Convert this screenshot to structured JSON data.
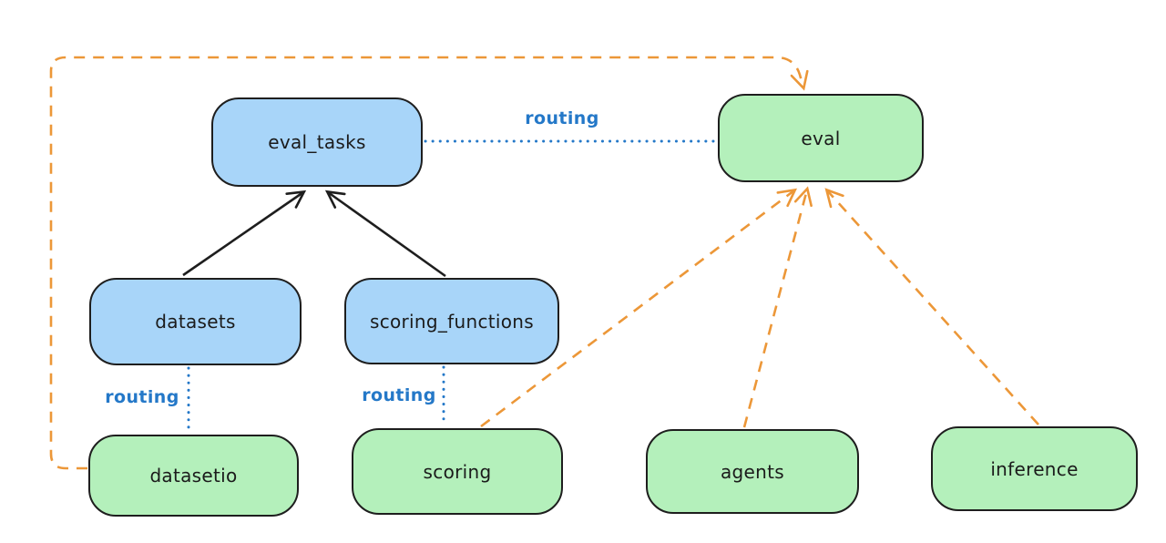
{
  "diagram": {
    "background": "#ffffff",
    "colors": {
      "node_stroke": "#1e1e1e",
      "node_text": "#1b1b1b",
      "blue_node_fill": "#a8d5f9",
      "green_node_fill": "#b4f0bb",
      "routing_blue": "#2478c8",
      "orange_dashed": "#ec9738",
      "black_arrow": "#1e1e1e"
    },
    "nodes": [
      {
        "id": "eval_tasks",
        "label": "eval_tasks",
        "fill": "blue"
      },
      {
        "id": "eval",
        "label": "eval",
        "fill": "green"
      },
      {
        "id": "datasets",
        "label": "datasets",
        "fill": "blue"
      },
      {
        "id": "scoring_functions",
        "label": "scoring_functions",
        "fill": "blue"
      },
      {
        "id": "datasetio",
        "label": "datasetio",
        "fill": "green"
      },
      {
        "id": "scoring",
        "label": "scoring",
        "fill": "green"
      },
      {
        "id": "agents",
        "label": "agents",
        "fill": "green"
      },
      {
        "id": "inference",
        "label": "inference",
        "fill": "green"
      }
    ],
    "edge_labels": [
      {
        "id": "routing-eval-tasks-to-eval",
        "text": "routing"
      },
      {
        "id": "routing-datasets-to-datasetio",
        "text": "routing"
      },
      {
        "id": "routing-scoring-functions-to-scoring",
        "text": "routing"
      }
    ],
    "edges": [
      {
        "from": "datasets",
        "to": "eval_tasks",
        "style": "solid",
        "color": "#1e1e1e",
        "arrow": true
      },
      {
        "from": "scoring_functions",
        "to": "eval_tasks",
        "style": "solid",
        "color": "#1e1e1e",
        "arrow": true
      },
      {
        "from": "eval_tasks",
        "to": "eval",
        "style": "dotted",
        "color": "#2478c8",
        "arrow": false,
        "label": "routing"
      },
      {
        "from": "datasets",
        "to": "datasetio",
        "style": "dotted",
        "color": "#2478c8",
        "arrow": false,
        "label": "routing"
      },
      {
        "from": "scoring_functions",
        "to": "scoring",
        "style": "dotted",
        "color": "#2478c8",
        "arrow": false,
        "label": "routing"
      },
      {
        "from": "datasetio",
        "to": "eval",
        "style": "dashed",
        "color": "#ec9738",
        "arrow": true
      },
      {
        "from": "scoring",
        "to": "eval",
        "style": "dashed",
        "color": "#ec9738",
        "arrow": true
      },
      {
        "from": "agents",
        "to": "eval",
        "style": "dashed",
        "color": "#ec9738",
        "arrow": true
      },
      {
        "from": "inference",
        "to": "eval",
        "style": "dashed",
        "color": "#ec9738",
        "arrow": true
      }
    ]
  }
}
